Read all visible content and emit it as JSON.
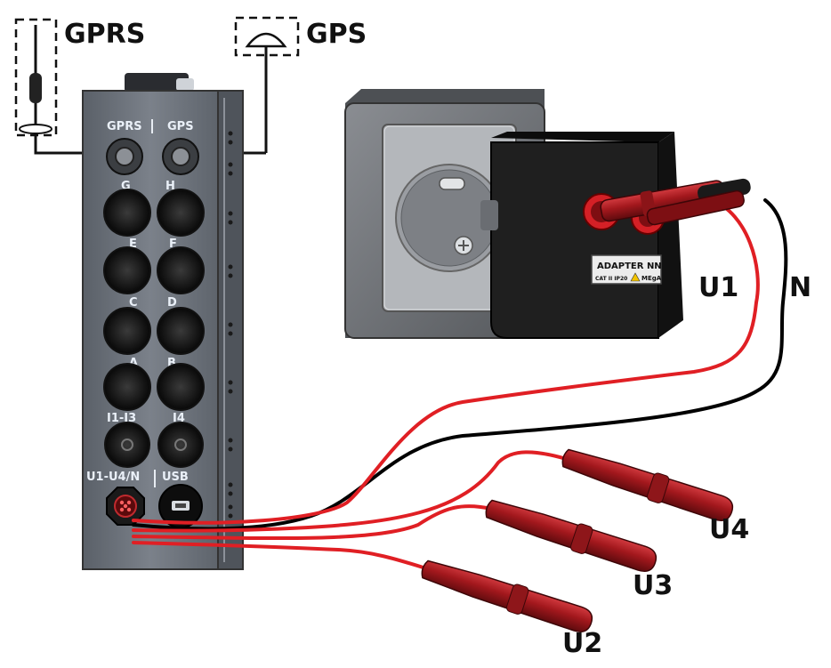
{
  "antennas": {
    "gprs_label": "GPRS",
    "gps_label": "GPS"
  },
  "device": {
    "ports": [
      "GPRS",
      "GPS",
      "G",
      "H",
      "E",
      "F",
      "C",
      "D",
      "A",
      "B",
      "I1-I3",
      "I4",
      "U1-U4/N",
      "USB"
    ]
  },
  "adapter": {
    "name": "ADAPTER NN",
    "rating": "CAT II  IP20",
    "brand": "MEgA"
  },
  "leads": {
    "u1": "U1",
    "n": "N",
    "u2": "U2",
    "u3": "U3",
    "u4": "U4"
  },
  "colors": {
    "device_body": "#6e747d",
    "socket_frame": "#707378",
    "adapter": "#1c1c1c",
    "lead_red": "#e01f24",
    "lead_black": "#000000",
    "probe_red": "#a81a1f"
  }
}
